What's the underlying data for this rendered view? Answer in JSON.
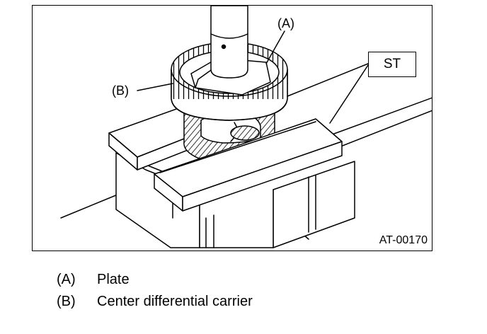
{
  "figure": {
    "callouts": {
      "a": "(A)",
      "b": "(B)",
      "st": "ST"
    },
    "figure_id": "AT-00170"
  },
  "legend": {
    "items": [
      {
        "key": "(A)",
        "text": "Plate"
      },
      {
        "key": "(B)",
        "text": "Center differential carrier"
      }
    ]
  }
}
